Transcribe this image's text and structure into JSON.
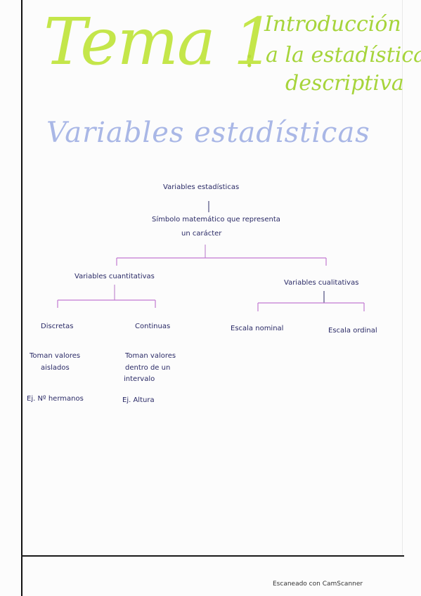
{
  "title": {
    "main": "Tema 1",
    "colon": ":",
    "subtitle_lines": [
      "Introducción",
      "a la estadística",
      "descriptiva"
    ]
  },
  "section_heading": "Variables estadísticas",
  "diagram": {
    "root": "Variables estadísticas",
    "definition_line1": "Símbolo matemático que representa",
    "definition_line2": "un carácter",
    "quantitative": "Variables cuantitativas",
    "qualitative": "Variables cualitativas",
    "discrete": "Discretas",
    "continuous": "Continuas",
    "nominal": "Escala nominal",
    "ordinal": "Escala ordinal",
    "discrete_desc_line1": "Toman valores",
    "discrete_desc_line2": "aislados",
    "continuous_desc_line1": "Toman valores",
    "continuous_desc_line2": "dentro de un",
    "continuous_desc_line3": "intervalo",
    "discrete_example": "Ej. Nº hermanos",
    "continuous_example": "Ej. Altura"
  },
  "colors": {
    "title": "#c4e64a",
    "heading": "#a9b7e6",
    "ink": "#2a2a66",
    "branch_lines": "#c27ad1"
  },
  "watermark": "Escaneado con CamScanner"
}
